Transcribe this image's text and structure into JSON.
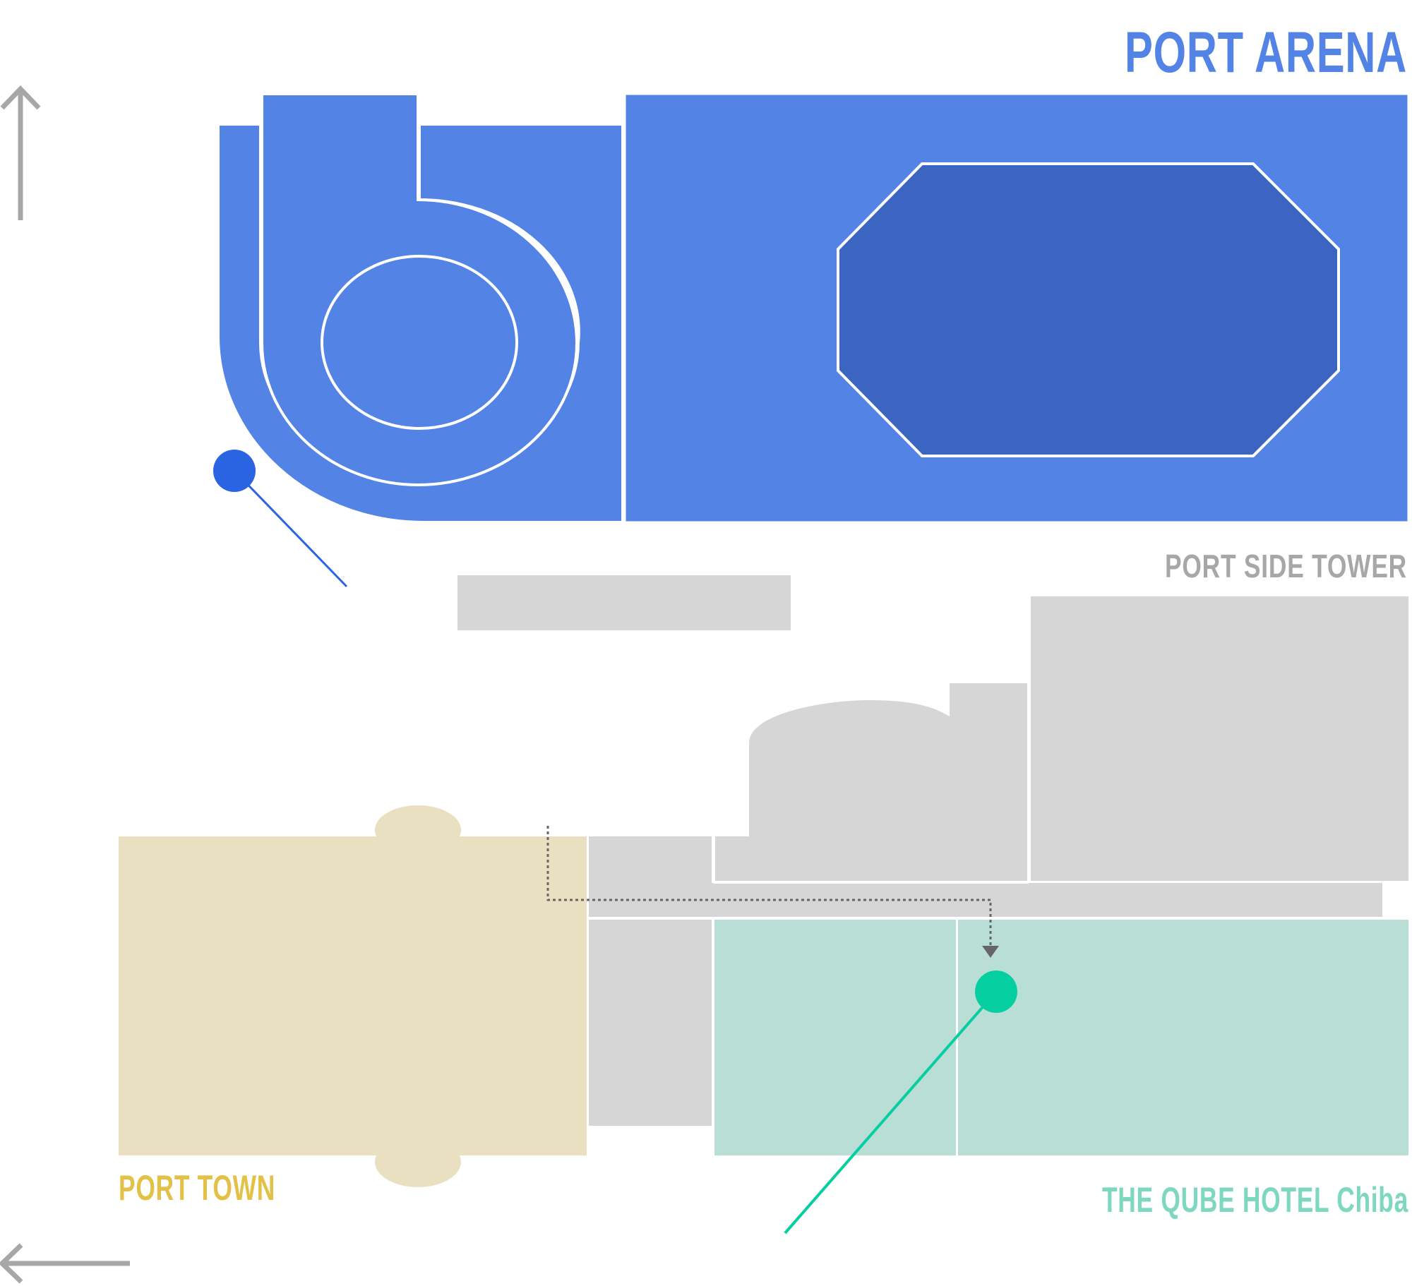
{
  "labels": {
    "port_arena": "PORT ARENA",
    "port_side_tower": "PORT SIDE TOWER",
    "port_town": "PORT TOWN",
    "the_qube_hotel": "THE QUBE HOTEL Chiba"
  },
  "colors": {
    "arena": "#5283E5",
    "arena_dark": "#3C64C1",
    "arena_marker": "#2B64E2",
    "tower": "#D6D6D6",
    "town": "#E8E0C0",
    "town_label": "#E2C146",
    "hotel": "#B9DED6",
    "hotel_label": "#7ED8BF",
    "hotel_marker": "#05CFA0",
    "side_tower_label": "#A7A7A7",
    "compass_arrow": "#A7A7A7",
    "route": "#666666"
  },
  "icons": {
    "north": "arrow-up-icon",
    "west": "arrow-left-icon",
    "arena_pin": "location-pin-icon",
    "hotel_pin": "location-pin-icon",
    "route_end": "arrowhead-down-icon"
  }
}
